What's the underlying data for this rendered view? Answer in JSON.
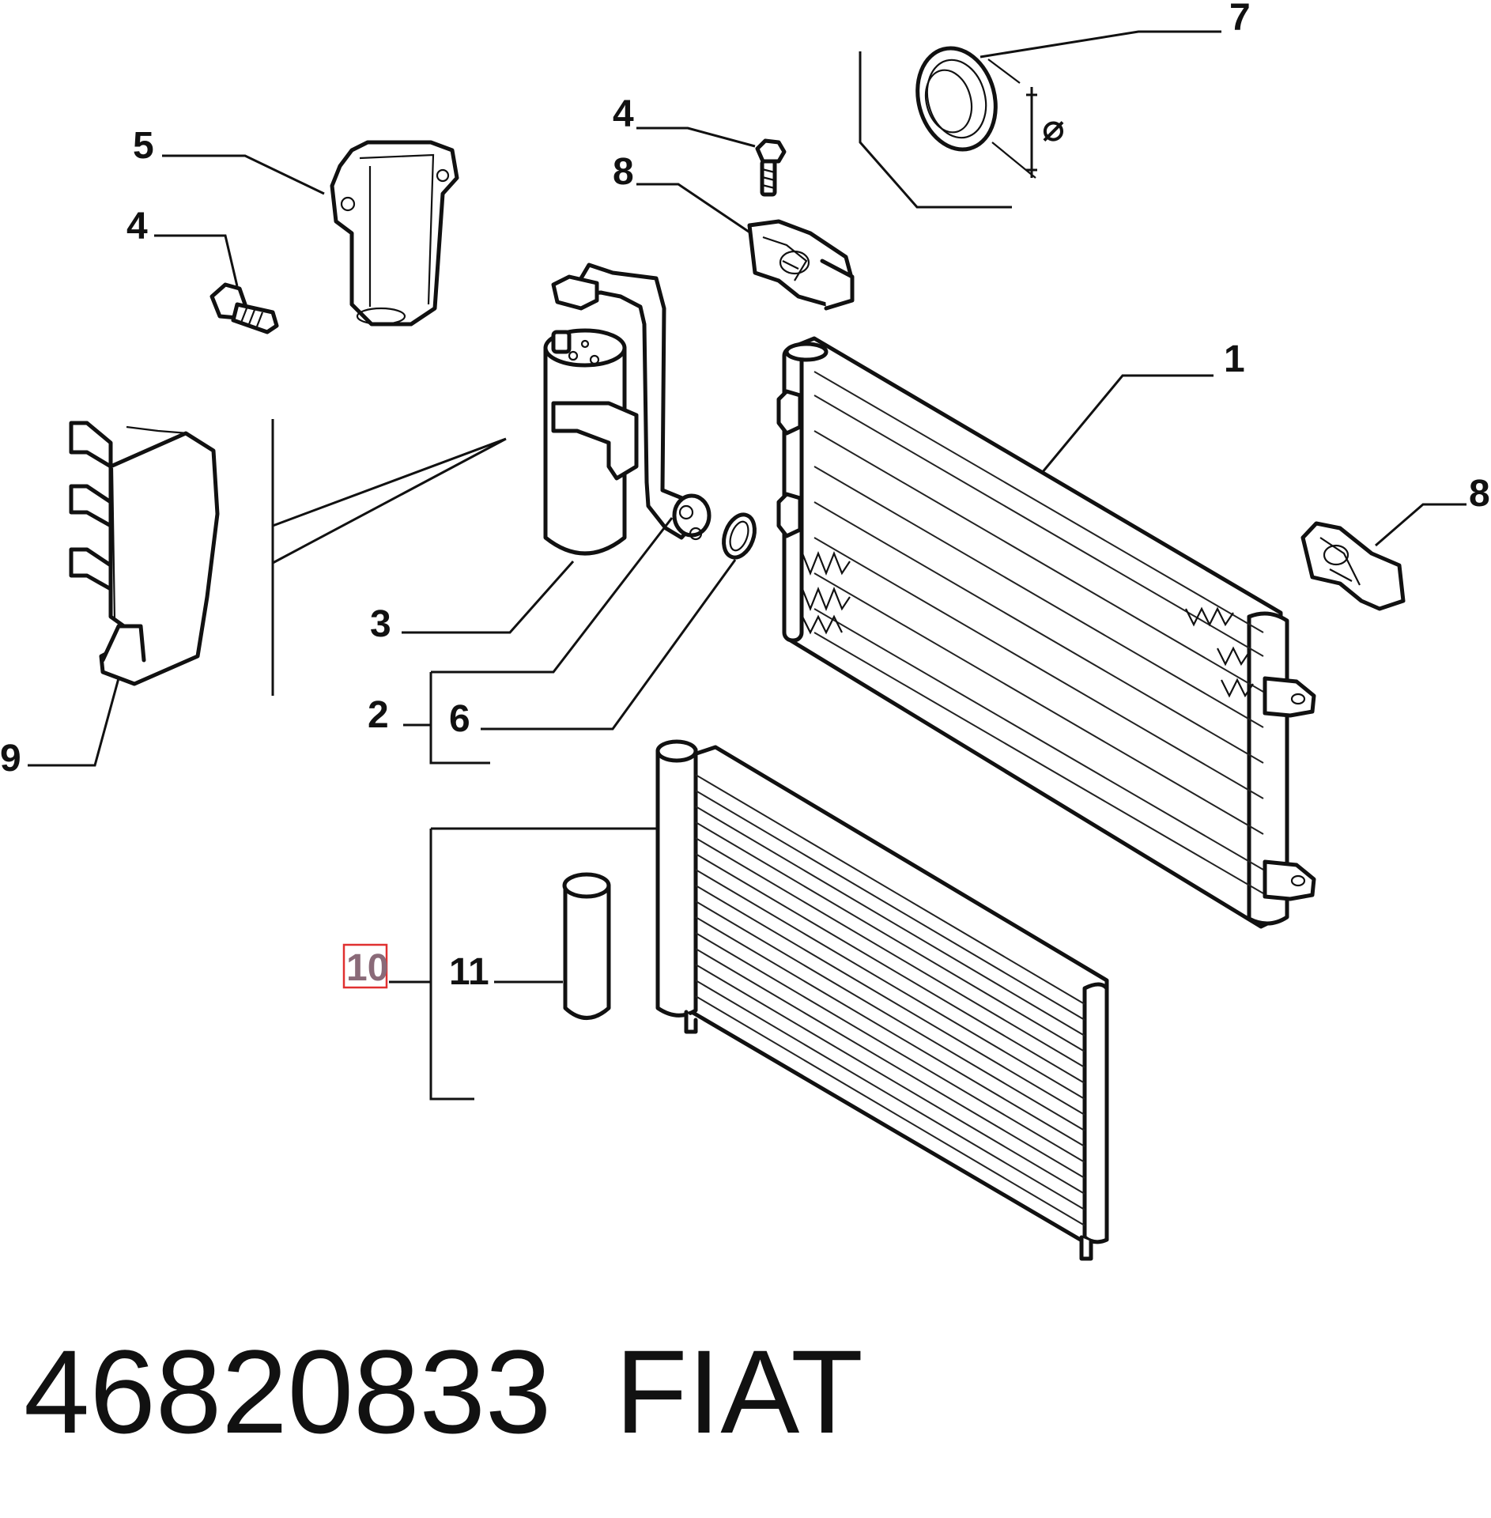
{
  "diagram": {
    "callouts": {
      "c1": "1",
      "c2": "2",
      "c3": "3",
      "c4a": "4",
      "c4b": "4",
      "c5": "5",
      "c6": "6",
      "c7": "7",
      "c7dim": "⌀",
      "c8a": "8",
      "c8b": "8",
      "c9": "9",
      "c10": "10",
      "c11": "11"
    },
    "highlight": {
      "callout": "10",
      "color": "#e03030"
    },
    "footer": {
      "part_number": "46820833",
      "brand": "FIAT"
    }
  }
}
